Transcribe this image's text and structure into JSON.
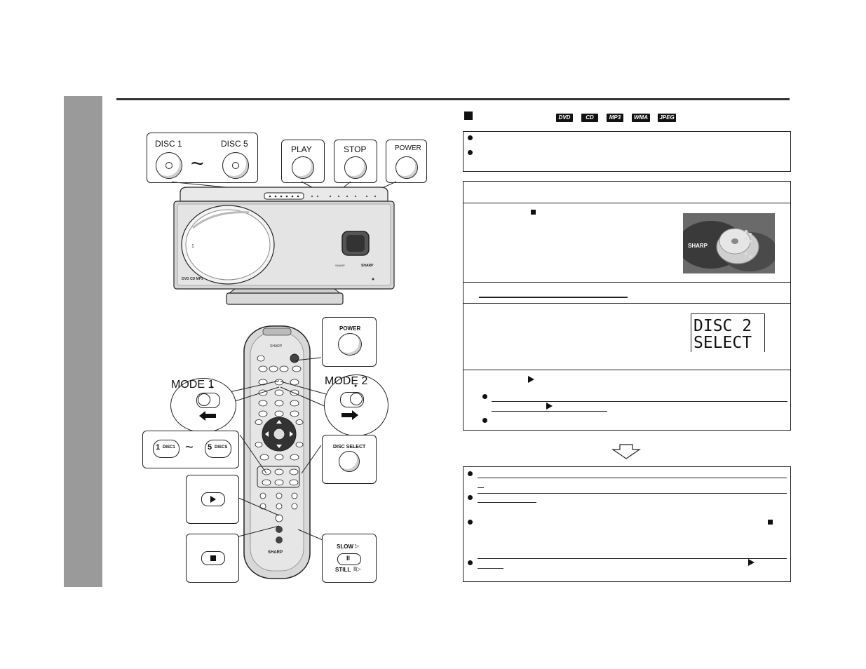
{
  "main_unit": {
    "disc_first_label": "DISC 1",
    "disc_last_label": "DISC 5",
    "range_glyph": "~",
    "play_label": "PLAY",
    "stop_label": "STOP",
    "power_label": "POWER",
    "brand": "SHARP"
  },
  "remote": {
    "power_label": "POWER",
    "mode1_label": "MODE 1",
    "mode2_label": "MODE 2",
    "disc1_label": "DISC1",
    "disc1_num": "1",
    "disc5_label": "DISCS",
    "disc5_num": "5",
    "range_glyph": "~",
    "disc_select_label": "DISC SELECT",
    "slow_label": "SLOW",
    "still_label": "STILL",
    "brand": "SHARP"
  },
  "formats": [
    "DVD",
    "CD",
    "MP3",
    "WMA",
    "JPEG"
  ],
  "display_panel": {
    "line1": "DISC 2",
    "line2": "SELECT"
  },
  "photo": {
    "brand": "SHARP"
  },
  "icons": {
    "stop": "stop-square-icon",
    "play": "play-triangle-icon",
    "down": "down-arrow-outline-icon"
  }
}
